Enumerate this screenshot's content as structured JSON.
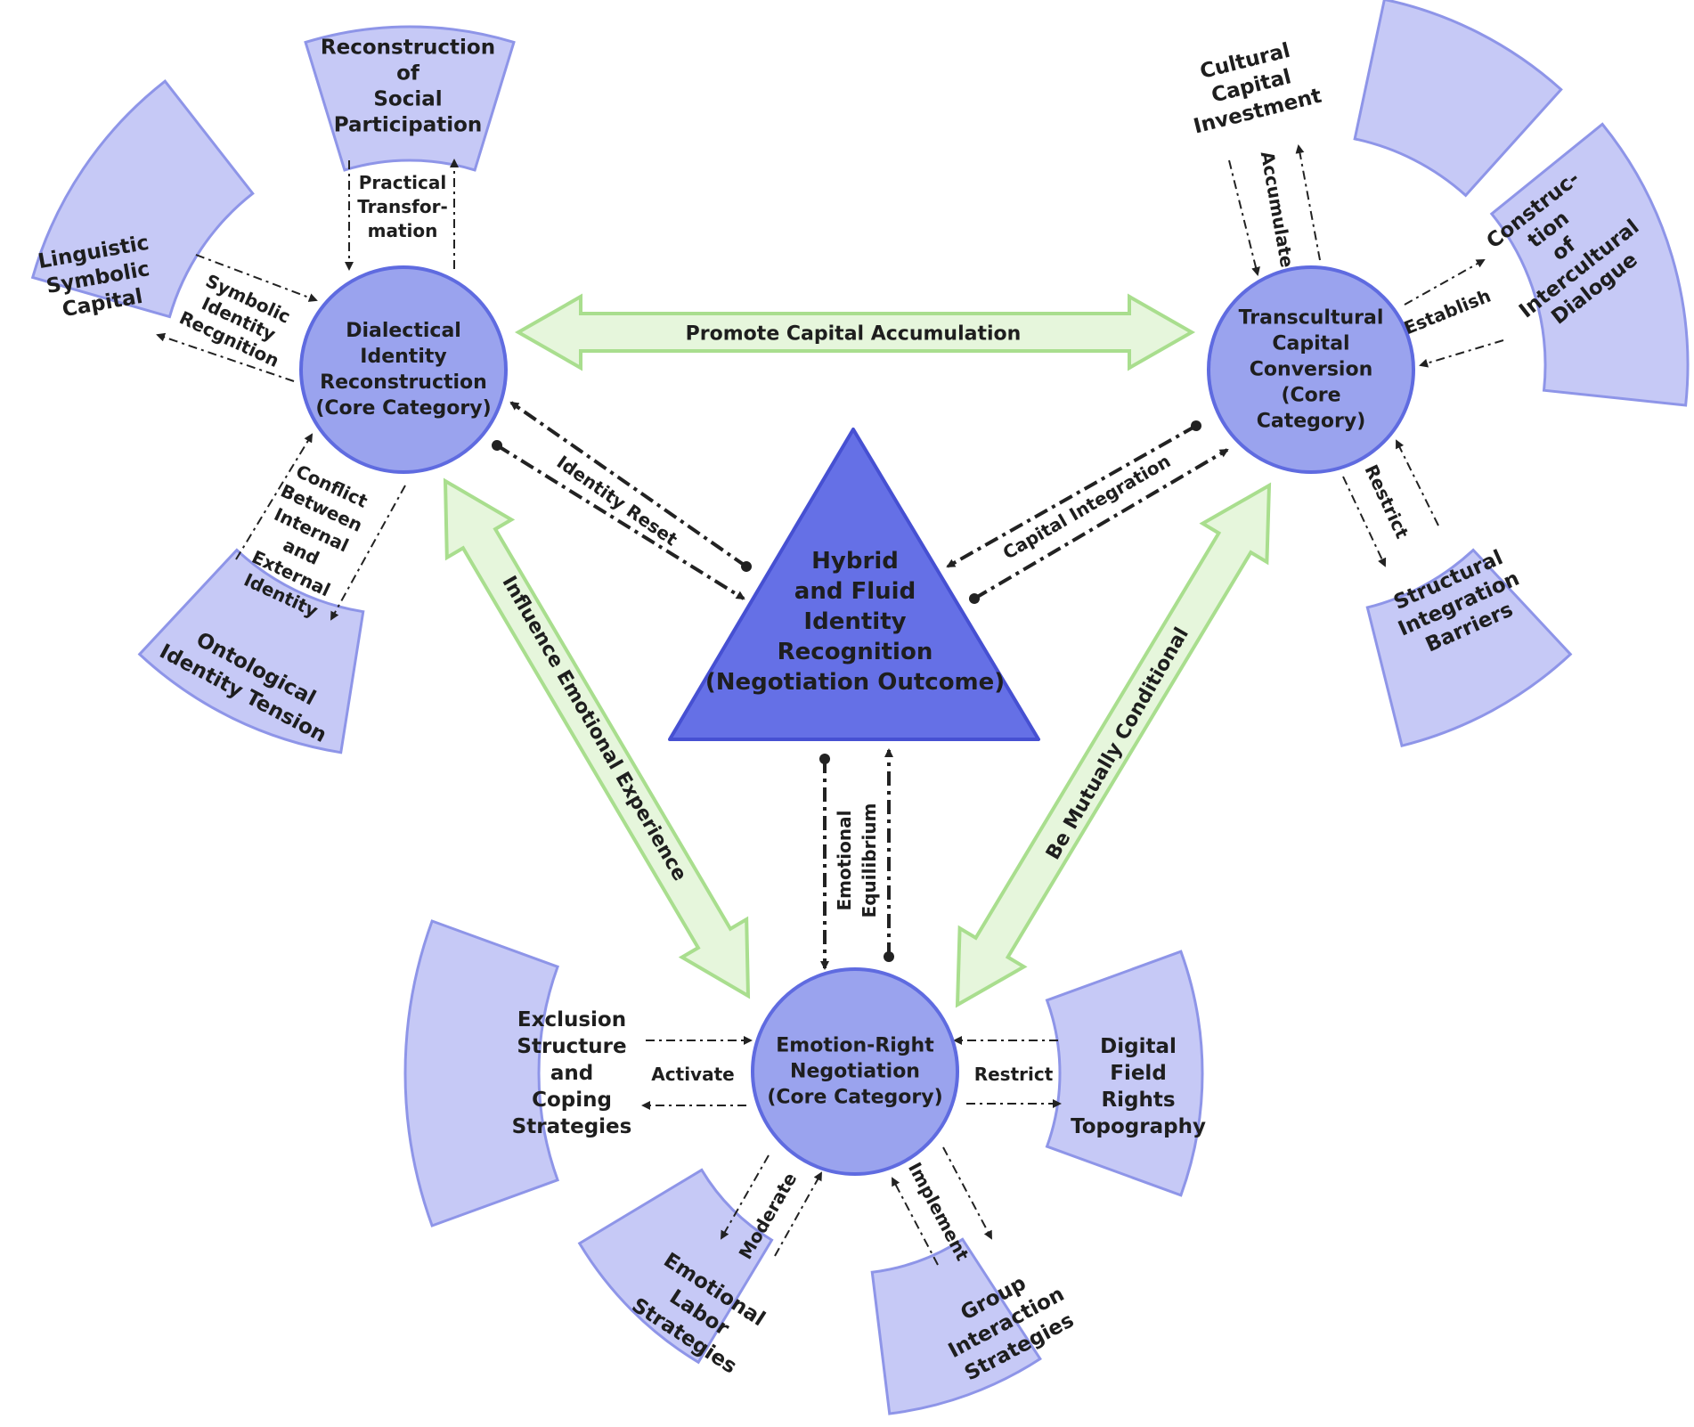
{
  "colors": {
    "hub_fill": "#9aa3ee",
    "hub_stroke": "#5f6be0",
    "triangle_fill": "#6570e6",
    "triangle_stroke": "#4650d2",
    "fan_fill": "#c6c9f6",
    "fan_stroke": "#8e95e8",
    "green_fill": "#e6f6dc",
    "green_stroke": "#a9de8e",
    "line": "#222222"
  },
  "center": {
    "lines": [
      "Hybrid",
      "and Fluid",
      "Identity",
      "Recognition",
      "(Negotiation Outcome)"
    ]
  },
  "hubs": {
    "dialectical": {
      "lines": [
        "Dialectical",
        "Identity",
        "Reconstruction",
        "(Core Category)"
      ]
    },
    "transcultural": {
      "lines": [
        "Transcultural",
        "Capital",
        "Conversion",
        "(Core",
        "Category)"
      ]
    },
    "emotion": {
      "lines": [
        "Emotion-Right",
        "Negotiation",
        "(Core Category)"
      ]
    }
  },
  "subcategories": {
    "social_participation": [
      "Reconstruction",
      "of",
      "Social",
      "Participation"
    ],
    "linguistic_capital": [
      "Linguistic",
      "Symbolic",
      "Capital"
    ],
    "ontological_tension": [
      "Ontological",
      "Identity Tension"
    ],
    "cultural_investment": [
      "Cultural",
      "Capital",
      "Investment"
    ],
    "intercultural_dialogue": [
      "Construc-",
      "tion",
      "of",
      "Intercultural",
      "Dialogue"
    ],
    "structural_barriers": [
      "Structural",
      "Integration",
      "Barriers"
    ],
    "exclusion_structure": [
      "Exclusion",
      "Structure",
      "and",
      "Coping",
      "Strategies"
    ],
    "digital_rights": [
      "Digital",
      "Field",
      "Rights",
      "Topography"
    ],
    "emotional_labor": [
      "Emotional",
      "Labor",
      "Strategies"
    ],
    "group_interaction": [
      "Group",
      "Interaction",
      "Strategies"
    ]
  },
  "big_relations": {
    "promote": "Promote Capital Accumulation",
    "influence": "Influence Emotional Experience",
    "mutual": "Be Mutually Conditional"
  },
  "core_relations": {
    "identity_reset": "Identity Reset",
    "capital_integration": "Capital Integration",
    "emotional_equilibrium": [
      "Emotional",
      "Equilibrium"
    ]
  },
  "sub_relations": {
    "practical": [
      "Practical",
      "Transfor-",
      "mation"
    ],
    "symbolic": [
      "Symbolic",
      "Identity",
      "Recgnition"
    ],
    "conflict": [
      "Conflict",
      "Between",
      "Internal",
      "and",
      "External",
      "Identity"
    ],
    "accumulate": "Accumulate",
    "establish": "Establish",
    "restrict_top": "Restrict",
    "activate": "Activate",
    "restrict_bottom": "Restrict",
    "moderate": "Moderate",
    "implement": "Implement"
  }
}
